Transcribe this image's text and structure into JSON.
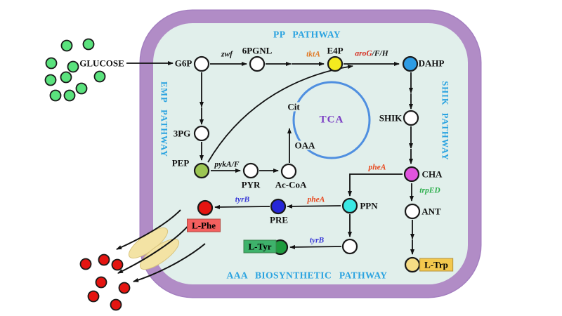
{
  "diagram": {
    "pathway_titles": {
      "pp": "PP PATHWAY",
      "emp": "EMP PATHWAY",
      "shik": "SHIK PATHWAY",
      "aaa": "AAA BIOSYNTHETIC PATHWAY",
      "tca": "TCA"
    },
    "external": {
      "substrate": "GLUCOSE",
      "substrate_molecule_count": 10,
      "product_molecule_count": 7
    },
    "metabolites": {
      "g6p": "G6P",
      "pgnl": "6PGNL",
      "e4p": "E4P",
      "dahp": "DAHP",
      "pg3": "3PG",
      "pep": "PEP",
      "pyr": "PYR",
      "accoa": "Ac-CoA",
      "oaa": "OAA",
      "cit": "Cit",
      "shik": "SHIK",
      "cha": "CHA",
      "ant": "ANT",
      "ppn": "PPN",
      "pre": "PRE"
    },
    "enzymes": {
      "zwf": "zwf",
      "tktA": "tktA",
      "aroG": "aroG",
      "aroFH": "/F/H",
      "pykAF": "pykA/F",
      "pheA": "pheA",
      "tyrB": "tyrB",
      "trpED": "trpED"
    },
    "products": {
      "lphe": "L-Phe",
      "ltyr": "L-Tyr",
      "ltrp": "L-Trp"
    },
    "colors": {
      "membrane": "#b18cc6",
      "cytoplasm": "#e1efeb",
      "pathway_label": "#2aa3e0",
      "tca_label": "#7b3fc4",
      "tca_ring": "#4f8fe0",
      "e4p_node": "#f4ea1f",
      "dahp_node": "#2e9ce4",
      "pep_node": "#9cc653",
      "cha_node": "#e154de",
      "ppn_node": "#3ae8e4",
      "pre_node": "#2626d8",
      "lphe_box": "#f4605f",
      "ltyr_box": "#3eb26b",
      "ltrp_box": "#f3c84e",
      "lphe_dot": "#e51511",
      "ltyr_dot": "#1e9c3f",
      "ltrp_dot": "#f6dc85",
      "glucose_dot": "#5ae27d",
      "product_dot": "#e51511",
      "transporter": "#f3e3a4",
      "enzyme_tktA": "#e07b28",
      "enzyme_aroG": "#d42b1e",
      "enzyme_pheA": "#e8491f",
      "enzyme_tyrB": "#3b3bd8",
      "enzyme_trpED": "#2eaf4e"
    }
  }
}
